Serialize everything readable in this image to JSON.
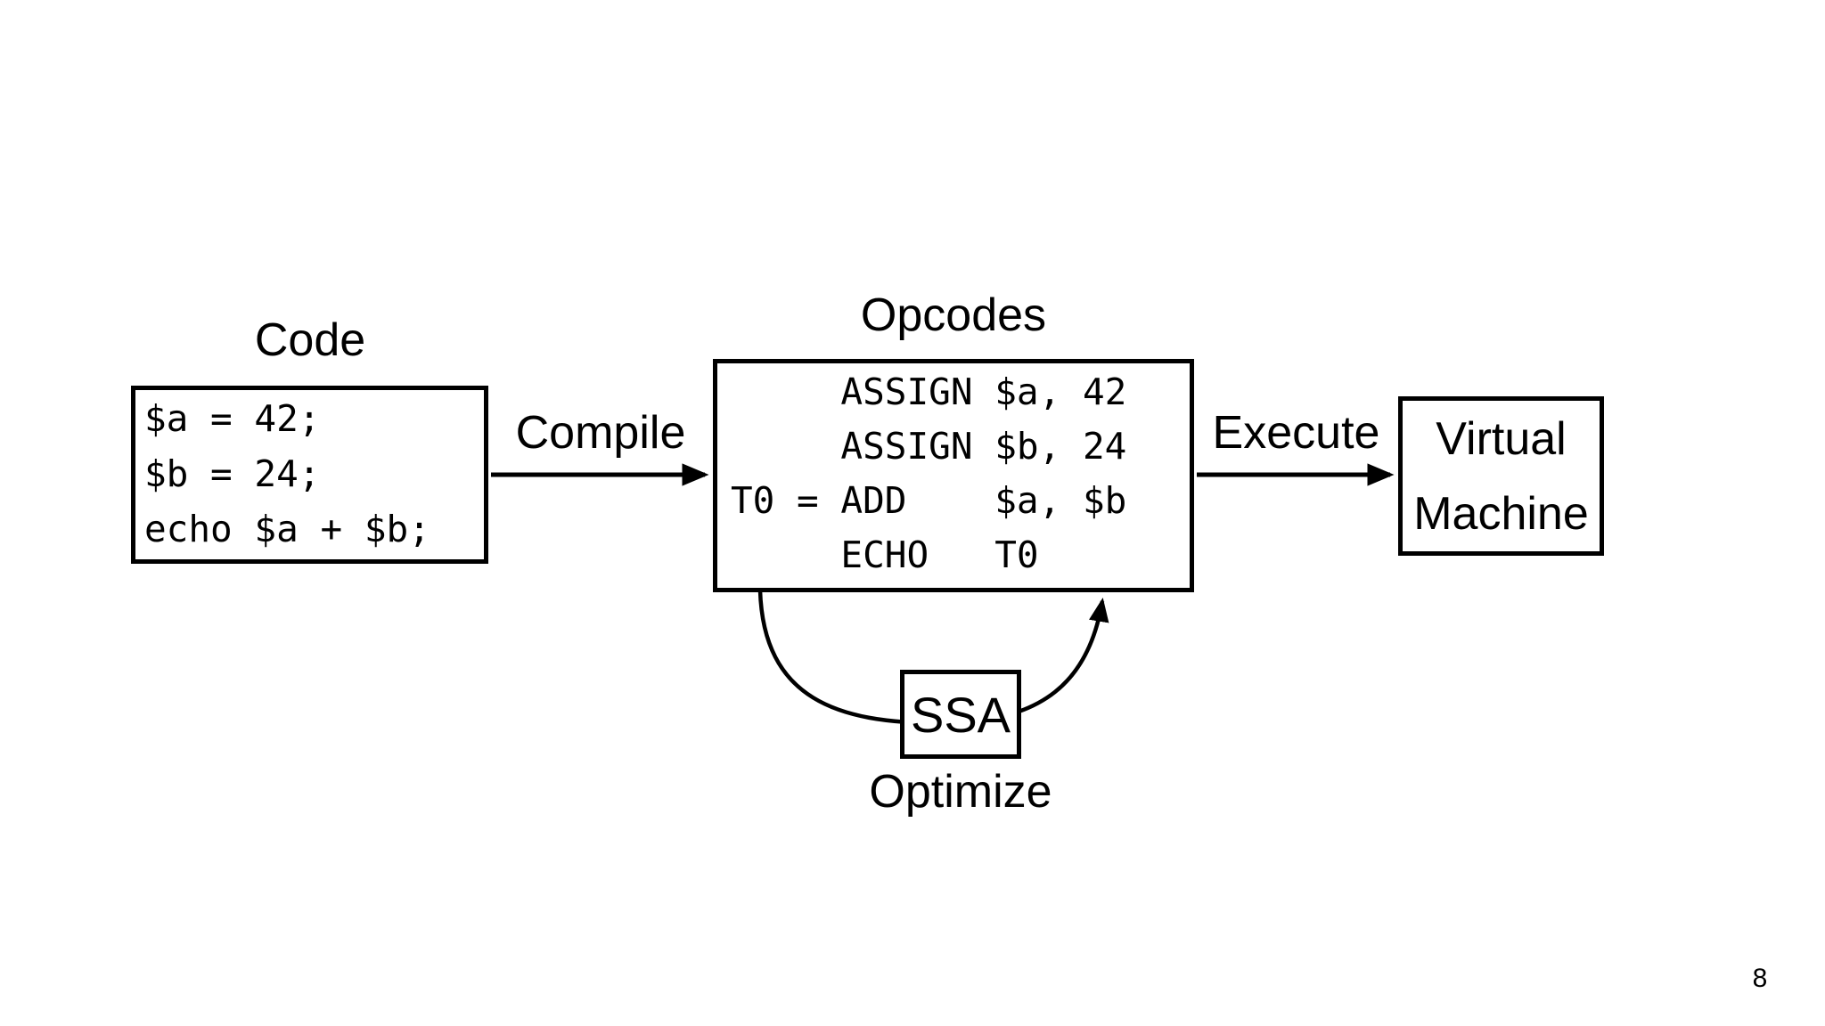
{
  "page": {
    "number": "8",
    "background_color": "#ffffff",
    "ink_color": "#000000"
  },
  "diagram": {
    "code": {
      "label": "Code",
      "lines": [
        "$a = 42;",
        "$b = 24;",
        "echo $a + $b;"
      ]
    },
    "compile_arrow": {
      "label": "Compile"
    },
    "opcodes": {
      "label": "Opcodes",
      "lines": [
        "     ASSIGN $a, 42",
        "     ASSIGN $b, 24",
        "T0 = ADD    $a, $b",
        "     ECHO   T0"
      ]
    },
    "execute_arrow": {
      "label": "Execute"
    },
    "virtual_machine": {
      "label": "Virtual Machine"
    },
    "ssa": {
      "label": "SSA"
    },
    "optimize_loop": {
      "label": "Optimize"
    }
  }
}
